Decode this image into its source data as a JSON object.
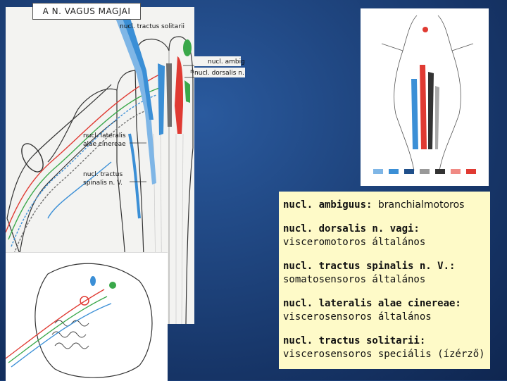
{
  "title": "A N. VAGUS MAGJAI",
  "diagram_labels": {
    "tractus_solitarii": "nucl. tractus solitarii",
    "ambiguus": "nucl. ambiguus",
    "dorsalis": "nucl. dorsalis n. X",
    "lateralis_line1": "nucl. lateralis",
    "lateralis_line2": "alae cinereae",
    "spinalis_line1": "nucl. tractus",
    "spinalis_line2": "spinalis n. V."
  },
  "entries": [
    {
      "term": "nucl. ambiguus:",
      "desc": "branchialmotoros",
      "inline": true
    },
    {
      "term": "nucl. dorsalis n. vagi:",
      "desc": "visceromotoros általános",
      "inline": false
    },
    {
      "term": "nucl. tractus spinalis n. V.:",
      "desc": "somatosensoros általános",
      "inline": false
    },
    {
      "term": "nucl. lateralis alae cinereae:",
      "desc": "viscerosensoros általános",
      "inline": false
    },
    {
      "term": "nucl. tractus solitarii:",
      "desc": "viscerosensoros speciális (ízérző)",
      "inline": false
    }
  ],
  "colors": {
    "background": "#1a3f7a",
    "text_panel": "#fefac8",
    "red": "#e03a32",
    "green": "#3aa84a",
    "blue": "#3b8fd6",
    "gray": "#6f6f6f"
  }
}
